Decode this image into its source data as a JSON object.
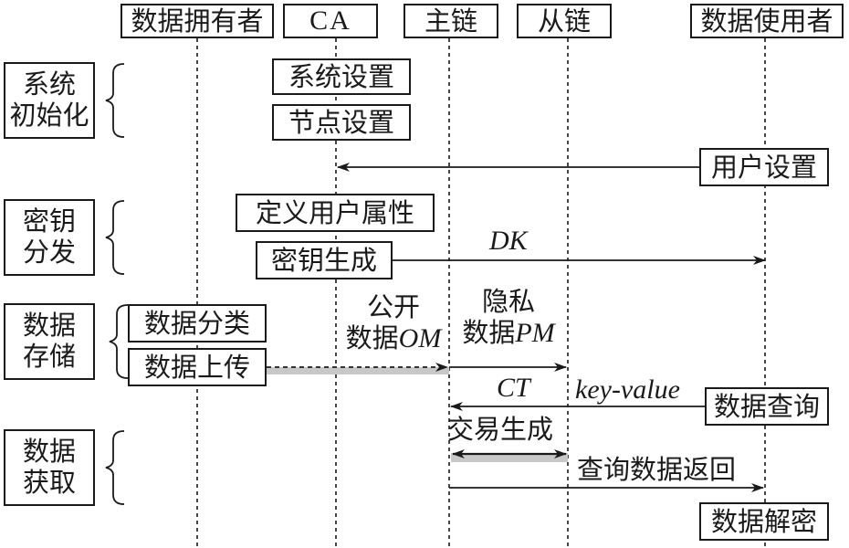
{
  "actors": {
    "data_owner": "数据拥有者",
    "ca": "CA",
    "main_chain": "主链",
    "side_chain": "从链",
    "data_user": "数据使用者"
  },
  "phases": [
    {
      "line1": "系统",
      "line2": "初始化"
    },
    {
      "line1": "密钥",
      "line2": "分发"
    },
    {
      "line1": "数据",
      "line2": "存储"
    },
    {
      "line1": "数据",
      "line2": "获取"
    }
  ],
  "steps": {
    "system_setup": "系统设置",
    "node_setup": "节点设置",
    "user_setup": "用户设置",
    "define_attributes": "定义用户属性",
    "key_generation": "密钥生成",
    "data_classification": "数据分类",
    "data_upload": "数据上传",
    "data_query": "数据查询",
    "data_decrypt": "数据解密"
  },
  "labels": {
    "dk": "DK",
    "public_line1": "公开",
    "public_line2_prefix": "数据",
    "public_line2_var": "OM",
    "private_line1": "隐私",
    "private_line2_prefix": "数据",
    "private_line2_var": "PM",
    "ct": "CT",
    "key_value": "key-value",
    "tx_generation": "交易生成",
    "query_return": "查询数据返回"
  }
}
